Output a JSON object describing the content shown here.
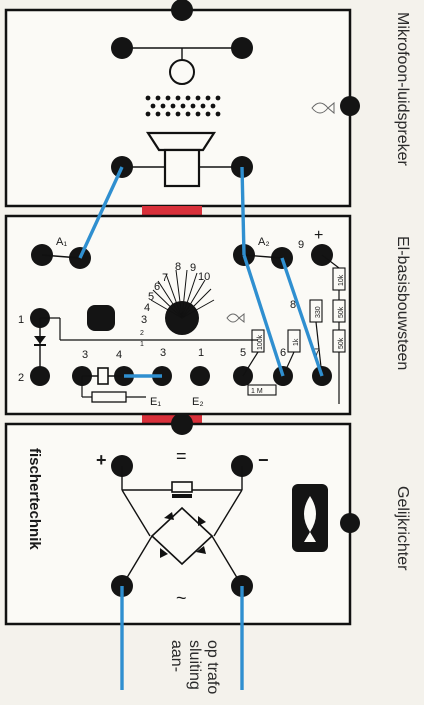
{
  "panels": {
    "top_caption": "Mikrofoon-luidspreker",
    "middle_caption": "El-basisbouwsteen",
    "bottom_caption": "Gelijkrichter"
  },
  "brand": {
    "name": "fischertechnik"
  },
  "connection_note": {
    "line1": "aan-",
    "line2": "sluiting",
    "line3": "op trafo"
  },
  "middle_labels": {
    "a1": "A₁",
    "a2": "A₂",
    "e1": "E₁",
    "e2": "E₂",
    "t1": "1",
    "t2": "2",
    "t3": "3",
    "t4": "4",
    "t5": "5",
    "t6": "6",
    "t7": "7",
    "t8": "8",
    "t9": "9",
    "plus": "+",
    "dial_numbers": [
      "1",
      "2",
      "3",
      "4",
      "5",
      "6",
      "7",
      "8",
      "9",
      "10"
    ],
    "resistors": [
      "100k",
      "1k",
      "330",
      "10k",
      "50k",
      "1 M"
    ]
  },
  "bottom_labels": {
    "plus": "+",
    "minus": "−",
    "equals": "=",
    "ac": "~"
  },
  "colors": {
    "wire": "#2f8fd0",
    "red_bar": "#d8303a",
    "pin": "#141414"
  }
}
